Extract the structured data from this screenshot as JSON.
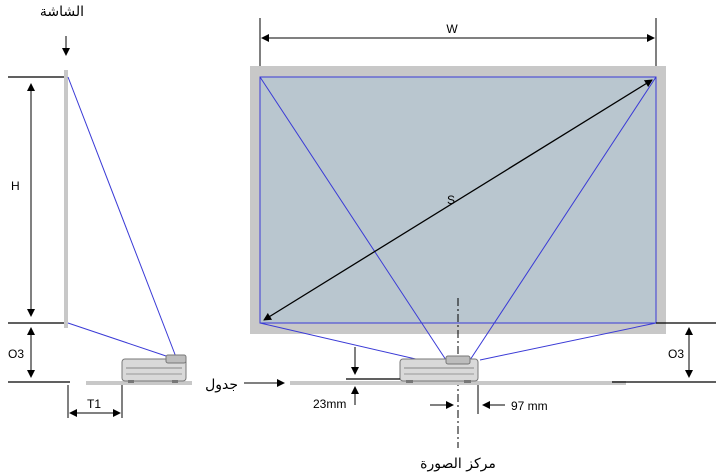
{
  "labels": {
    "screen_ar": "الشاشة",
    "width": "W",
    "height": "H",
    "diagonal": "S",
    "offset_left": "O3",
    "offset_right": "O3",
    "throw_distance": "T1",
    "table_ar": "جدول",
    "dim_23": "23mm",
    "dim_97": "97 mm",
    "image_center_ar": "مركز الصورة"
  },
  "colors": {
    "screen_fill": "#b9c6cf",
    "screen_frame": "#c8c8c8",
    "projection_lines": "#3a3ad6",
    "dimension_lines": "#000000",
    "table": "#c8c8c8",
    "projector_body": "#d9d9d9"
  }
}
